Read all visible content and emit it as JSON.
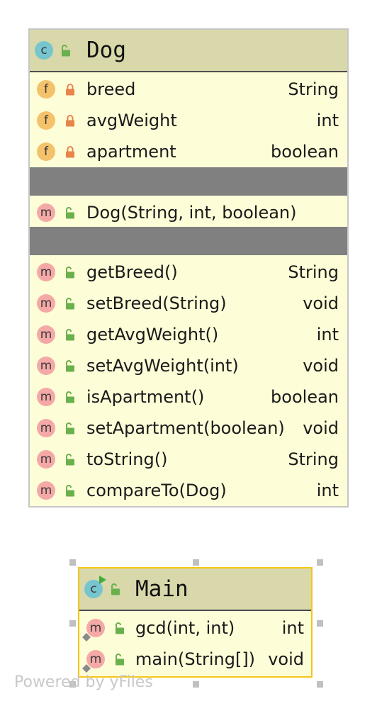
{
  "dog": {
    "name": "Dog",
    "kind_badge": "c",
    "fields": [
      {
        "badge": "f",
        "visibility": "private",
        "name": "breed",
        "type": "String"
      },
      {
        "badge": "f",
        "visibility": "private",
        "name": "avgWeight",
        "type": "int"
      },
      {
        "badge": "f",
        "visibility": "private",
        "name": "apartment",
        "type": "boolean"
      }
    ],
    "constructors": [
      {
        "badge": "m",
        "visibility": "public",
        "name": "Dog(String, int, boolean)",
        "type": ""
      }
    ],
    "methods": [
      {
        "badge": "m",
        "visibility": "public",
        "name": "getBreed()",
        "type": "String"
      },
      {
        "badge": "m",
        "visibility": "public",
        "name": "setBreed(String)",
        "type": "void"
      },
      {
        "badge": "m",
        "visibility": "public",
        "name": "getAvgWeight()",
        "type": "int"
      },
      {
        "badge": "m",
        "visibility": "public",
        "name": "setAvgWeight(int)",
        "type": "void"
      },
      {
        "badge": "m",
        "visibility": "public",
        "name": "isApartment()",
        "type": "boolean"
      },
      {
        "badge": "m",
        "visibility": "public",
        "name": "setApartment(boolean)",
        "type": "void"
      },
      {
        "badge": "m",
        "visibility": "public",
        "name": "toString()",
        "type": "String"
      },
      {
        "badge": "m",
        "visibility": "public",
        "name": "compareTo(Dog)",
        "type": "int"
      }
    ]
  },
  "main": {
    "name": "Main",
    "kind_badge": "c",
    "methods": [
      {
        "badge": "m",
        "visibility": "public",
        "static": true,
        "name": "gcd(int, int)",
        "type": "int"
      },
      {
        "badge": "m",
        "visibility": "public",
        "static": true,
        "name": "main(String[])",
        "type": "void"
      }
    ]
  },
  "watermark": "Powered by yFiles",
  "icons": {
    "private": "lock-icon",
    "public": "unlock-icon",
    "runnable": "run-arrow-icon",
    "static": "static-marker-icon"
  },
  "colors": {
    "body": "#fdfdd8",
    "header": "#d8d8aa",
    "divider": "#808080",
    "selection": "#f5c518",
    "field_badge": "#f4c26b",
    "method_badge": "#f5a9a7",
    "class_badge": "#76c5cf",
    "private": "#e8844a",
    "public": "#6ab04c"
  }
}
